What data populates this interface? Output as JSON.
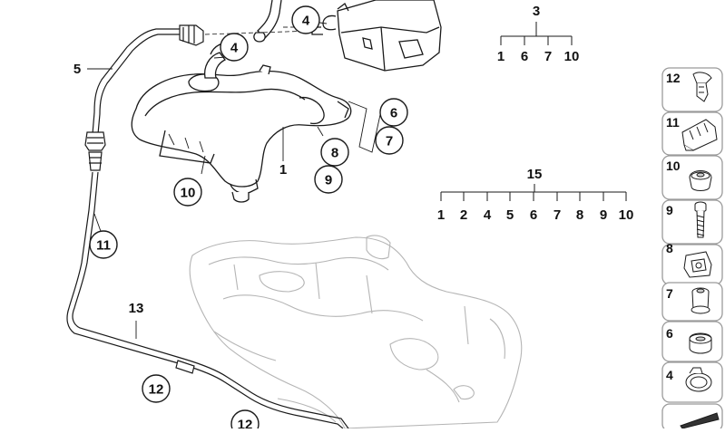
{
  "callouts": [
    {
      "id": "c-4-top",
      "label": "4"
    },
    {
      "id": "c-4-mid",
      "label": "4"
    },
    {
      "id": "c-6",
      "label": "6"
    },
    {
      "id": "c-7",
      "label": "7"
    },
    {
      "id": "c-8",
      "label": "8"
    },
    {
      "id": "c-9",
      "label": "9"
    },
    {
      "id": "c-10",
      "label": "10"
    },
    {
      "id": "c-11",
      "label": "11"
    },
    {
      "id": "c-12-a",
      "label": "12"
    },
    {
      "id": "c-12-b",
      "label": "12"
    }
  ],
  "plain_labels": [
    {
      "id": "p-5",
      "label": "5"
    },
    {
      "id": "p-1",
      "label": "1"
    },
    {
      "id": "p-13",
      "label": "13"
    }
  ],
  "group_3": {
    "header": "3",
    "items": [
      "1",
      "6",
      "7",
      "10"
    ]
  },
  "group_15": {
    "header": "15",
    "items": [
      "1",
      "2",
      "4",
      "5",
      "6",
      "7",
      "8",
      "9",
      "10"
    ]
  },
  "legend": [
    {
      "label": "12",
      "icon": "push-clip-icon"
    },
    {
      "label": "11",
      "icon": "line-holder-clip-icon"
    },
    {
      "label": "10",
      "icon": "rubber-grommet-icon"
    },
    {
      "label": "9",
      "icon": "screw-bolt-icon"
    },
    {
      "label": "8",
      "icon": "spring-nut-icon"
    },
    {
      "label": "7",
      "icon": "bushing-icon"
    },
    {
      "label": "6",
      "icon": "rubber-ring-icon"
    },
    {
      "label": "4",
      "icon": "hose-clamp-icon"
    },
    {
      "label": "",
      "icon": "sealing-strip-icon"
    }
  ]
}
